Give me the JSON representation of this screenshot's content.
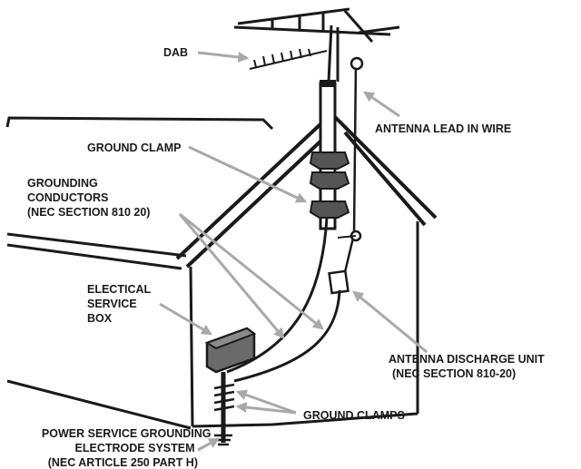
{
  "labels": {
    "dab": "DAB",
    "antenna_lead_in_wire": "ANTENNA LEAD IN WIRE",
    "ground_clamp": "GROUND CLAMP",
    "grounding_conductors": [
      "GROUNDING",
      "CONDUCTORS",
      "(NEC SECTION 810 20)"
    ],
    "electrical_service_box": [
      "ELECTICAL",
      "SERVICE",
      "BOX"
    ],
    "antenna_discharge_unit": [
      "ANTENNA DISCHARGE UNIT",
      "(NEC SECTION  810-20)"
    ],
    "ground_clamps": "GROUND CLAMPS",
    "power_service_grounding": [
      "POWER SERVICE GROUNDING",
      "ELECTRODE SYSTEM",
      "(NEC ARTICLE 250  PART H)"
    ]
  },
  "colors": {
    "ink": "#1a1a1a",
    "arrow": "#a9a9a9",
    "clamp": "#555555",
    "box": "#6a6a6a"
  }
}
